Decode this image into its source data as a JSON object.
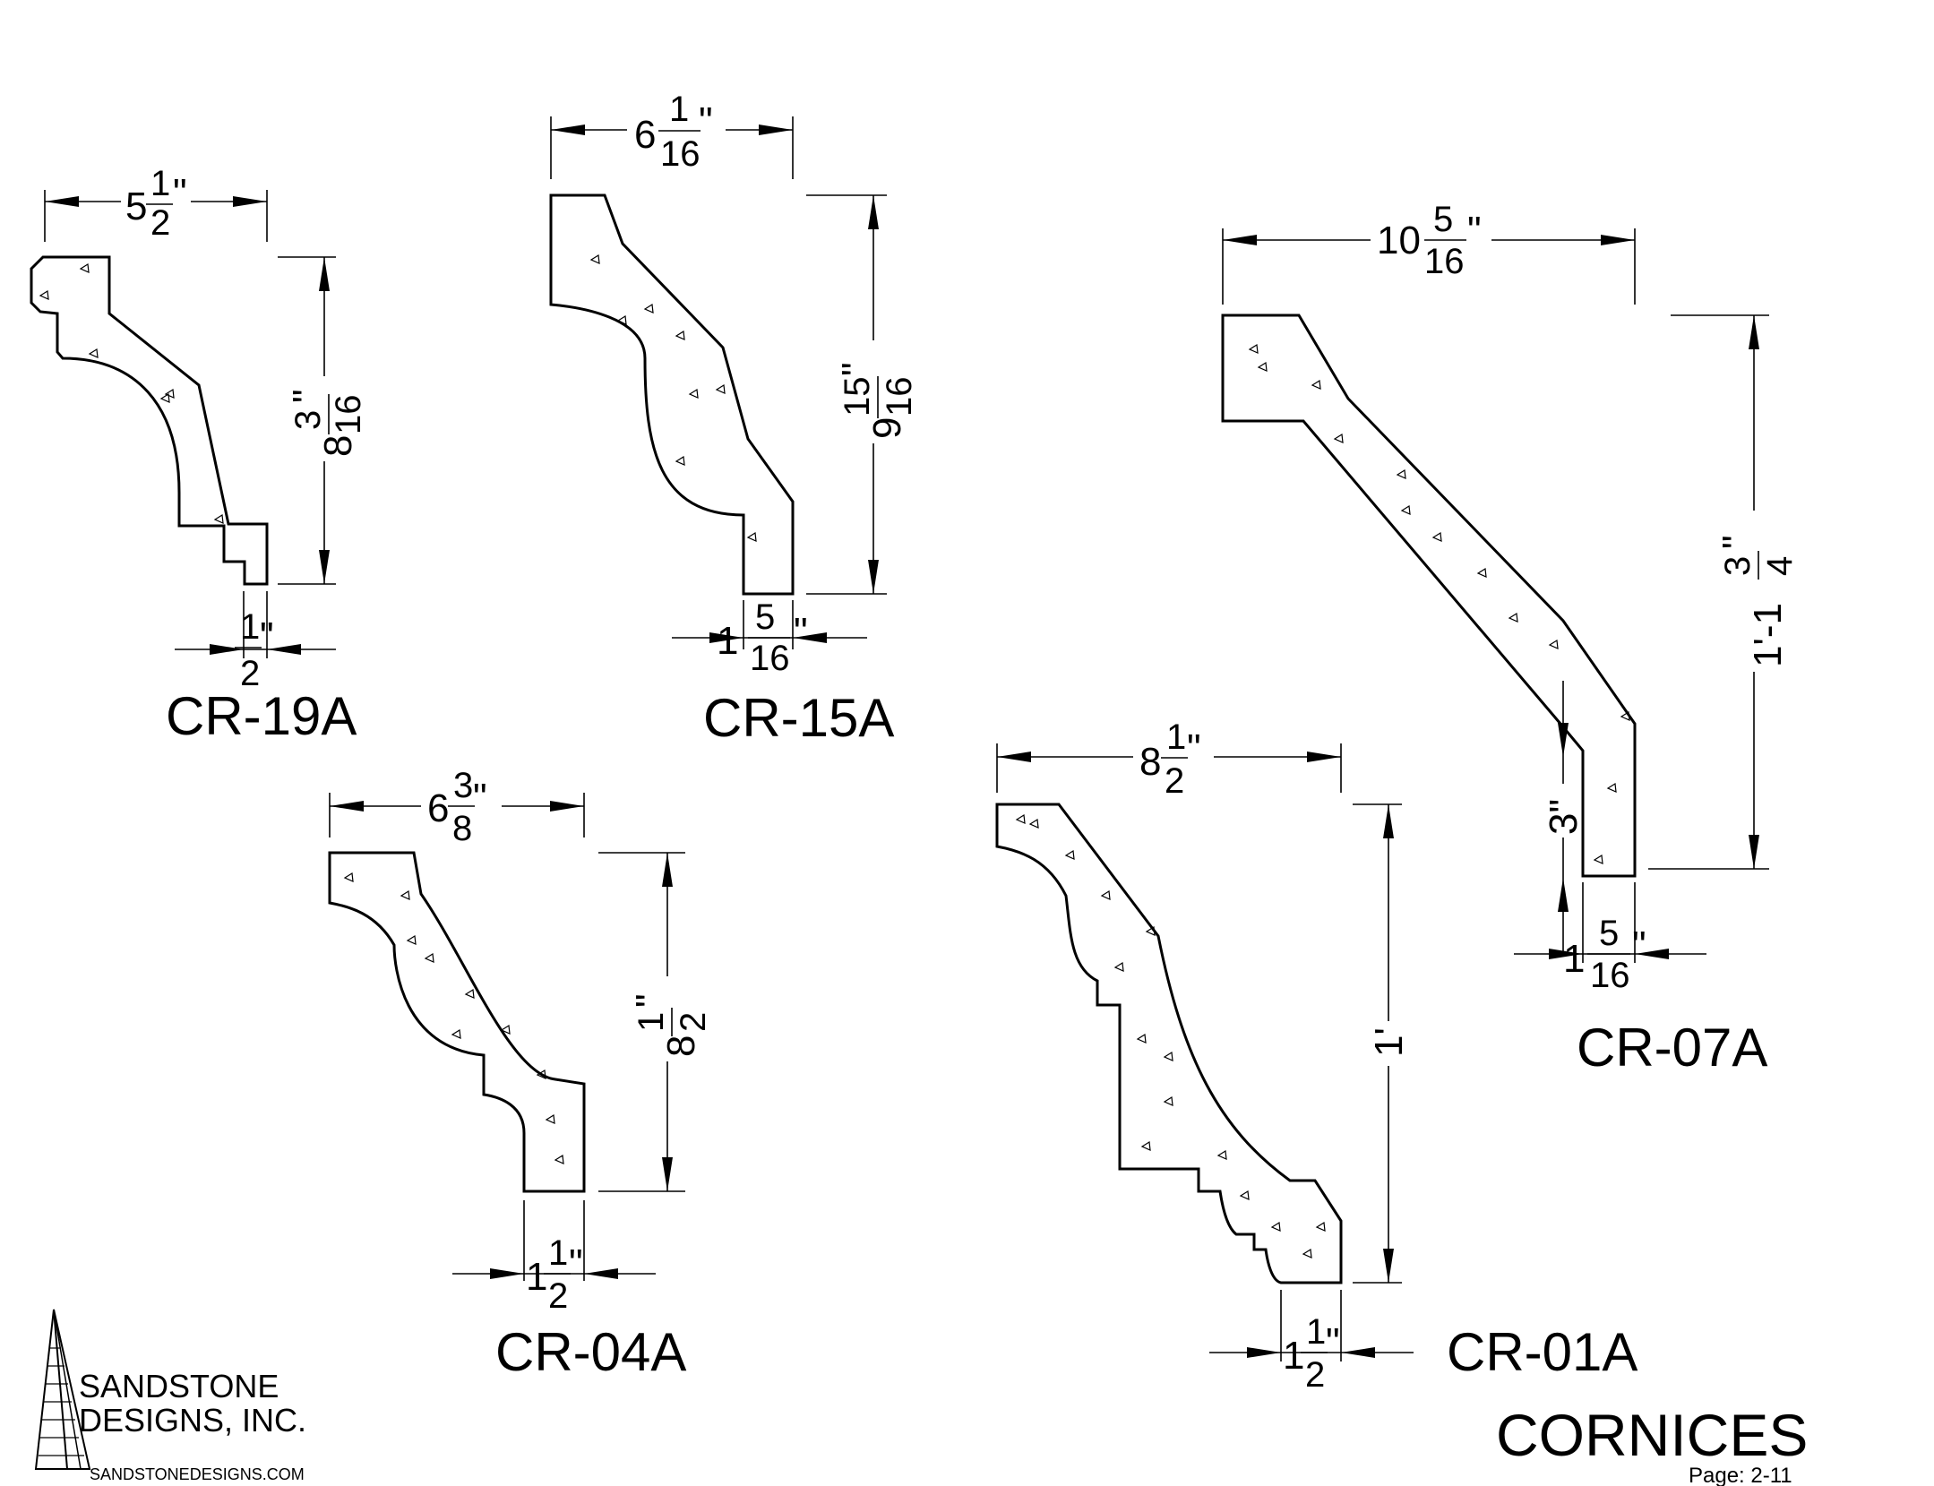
{
  "sheet": {
    "title": "CORNICES",
    "page_label": "Page: 2-11"
  },
  "brand": {
    "line1": "SANDSTONE",
    "line2": "DESIGNS, INC.",
    "url": "SANDSTONEDESIGNS.COM"
  },
  "profiles": [
    {
      "id": "CR-19A",
      "label": "CR-19A",
      "width": {
        "whole": "5",
        "num": "1",
        "den": "2",
        "unit": "\""
      },
      "height": {
        "whole": "8",
        "num": "3",
        "den": "16",
        "unit": "\""
      },
      "base": {
        "whole": "",
        "num": "1",
        "den": "2",
        "unit": "\""
      }
    },
    {
      "id": "CR-15A",
      "label": "CR-15A",
      "width": {
        "whole": "6",
        "num": "1",
        "den": "16",
        "unit": "\""
      },
      "height": {
        "whole": "9",
        "num": "15",
        "den": "16",
        "unit": "\""
      },
      "base": {
        "whole": "1",
        "num": "5",
        "den": "16",
        "unit": "\""
      }
    },
    {
      "id": "CR-07A",
      "label": "CR-07A",
      "width": {
        "whole": "10",
        "num": "5",
        "den": "16",
        "unit": "\""
      },
      "height": {
        "whole": "1'-1",
        "num": "3",
        "den": "4",
        "unit": "\""
      },
      "step": "3\"",
      "base": {
        "whole": "1",
        "num": "5",
        "den": "16",
        "unit": "\""
      }
    },
    {
      "id": "CR-04A",
      "label": "CR-04A",
      "width": {
        "whole": "6",
        "num": "3",
        "den": "8",
        "unit": "\""
      },
      "height": {
        "whole": "8",
        "num": "1",
        "den": "2",
        "unit": "\""
      },
      "base": {
        "whole": "1",
        "num": "1",
        "den": "2",
        "unit": "\""
      }
    },
    {
      "id": "CR-01A",
      "label": "CR-01A",
      "width": {
        "whole": "8",
        "num": "1",
        "den": "2",
        "unit": "\""
      },
      "height_text": "1'",
      "base": {
        "whole": "1",
        "num": "1",
        "den": "2",
        "unit": "\""
      }
    }
  ]
}
